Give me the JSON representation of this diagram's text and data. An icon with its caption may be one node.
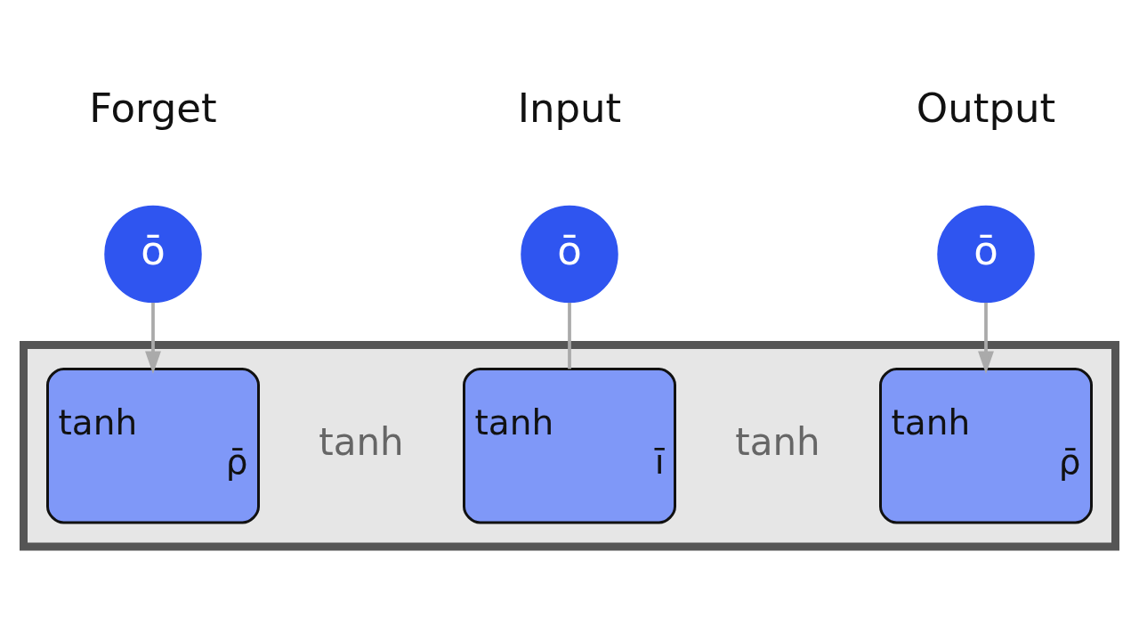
{
  "diagram": {
    "nodes": [
      {
        "text": [
          "ō"
        ],
        "beside": [
          "Forget"
        ]
      },
      {
        "text": [
          "ō"
        ],
        "beside": [
          "Input"
        ]
      },
      {
        "text": [
          "ō"
        ],
        "beside": [
          "Output"
        ]
      },
      {
        "text": [],
        "shape": "box"
      },
      {
        "text": [
          "tanh",
          "ρ̄"
        ],
        "in": 3
      },
      {
        "text": [
          "tanh",
          "ī"
        ],
        "in": 3
      },
      {
        "text": [
          "tanh",
          "ρ̄"
        ],
        "in": 3
      }
    ],
    "edges": [
      {
        "from": 0,
        "to": 4,
        "arrow": "to"
      },
      {
        "from": 1,
        "to": 5,
        "arrow": "none"
      },
      {
        "from": 2,
        "to": 6,
        "arrow": "to"
      }
    ],
    "labels": [
      "tanh",
      "tanh"
    ]
  }
}
